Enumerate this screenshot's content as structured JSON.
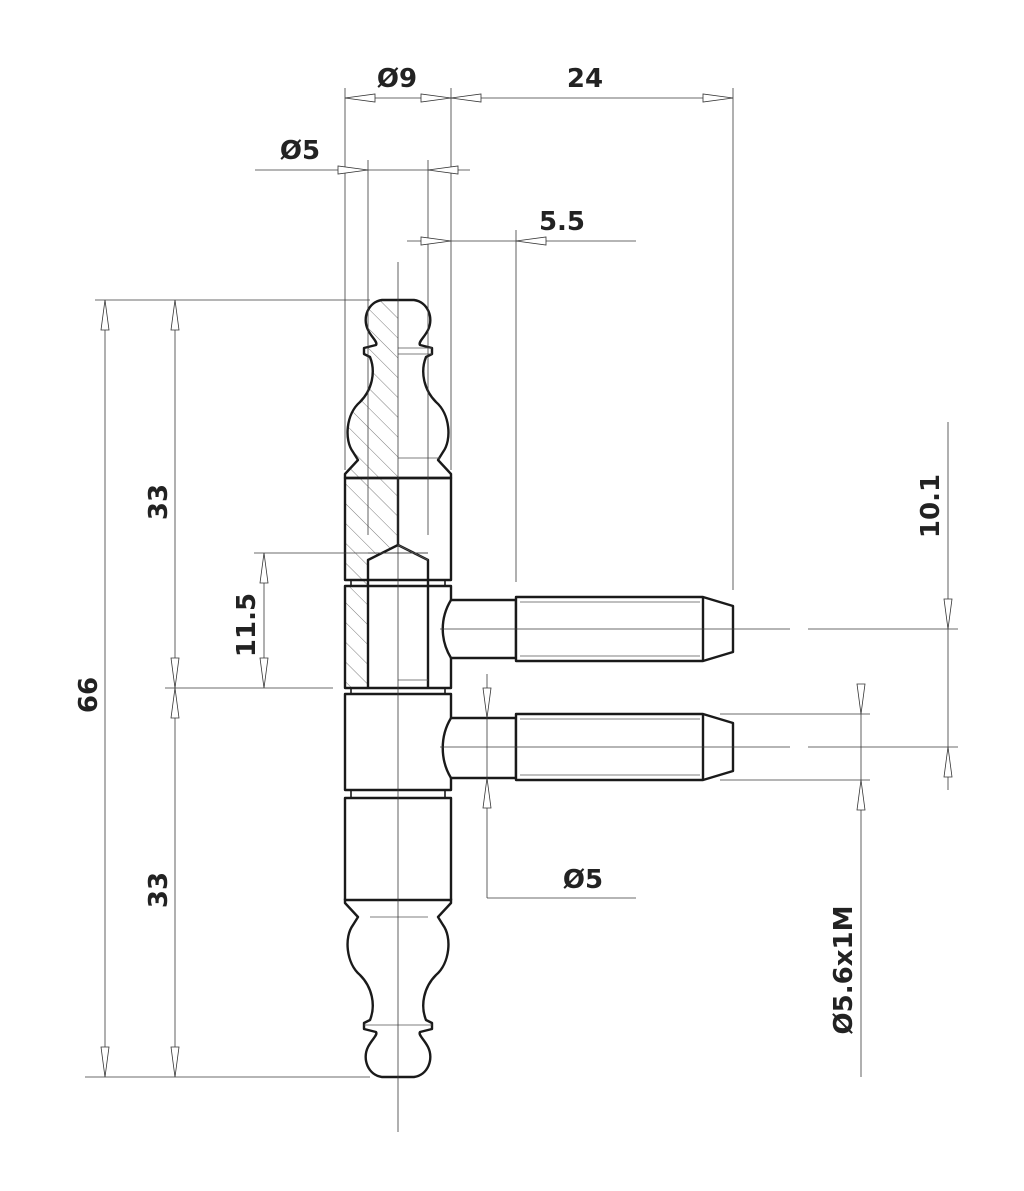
{
  "drawing": {
    "title": "Hinge technical drawing",
    "dimensions": {
      "barrel_diameter": "Ø9",
      "pin_reach": "24",
      "bore_diameter": "Ø5",
      "pin_offset": "5.5",
      "total_height": "66",
      "upper_half": "33",
      "lower_half": "33",
      "leaf_height": "11.5",
      "pin_spacing": "10.1",
      "pin_diameter": "Ø5",
      "thread_size": "Ø5.6x1M"
    }
  }
}
